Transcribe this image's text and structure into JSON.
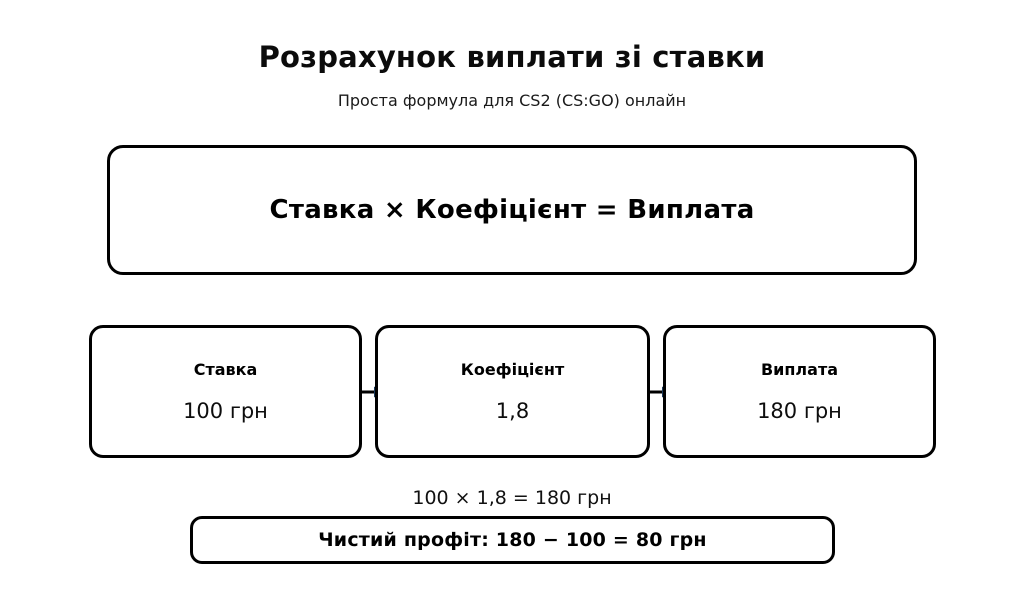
{
  "header": {
    "title": "Розрахунок виплати зі ставки",
    "subtitle": "Проста формула для CS2 (CS:GO) онлайн"
  },
  "formula": {
    "text": "Ставка × Коефіцієнт = Виплата"
  },
  "steps": [
    {
      "label": "Ставка",
      "value": "100 грн",
      "name": "stake"
    },
    {
      "label": "Коефіцієнт",
      "value": "1,8",
      "name": "odds"
    },
    {
      "label": "Виплата",
      "value": "180 грн",
      "name": "payout"
    }
  ],
  "connectors": [
    {
      "icon": "arrow-right-icon"
    },
    {
      "icon": "arrow-right-icon"
    }
  ],
  "summary": {
    "calculation": "100 × 1,8 = 180 грн",
    "profit": "Чистий профіт: 180 − 100 = 80 грн"
  },
  "colors": {
    "stroke": "#000000",
    "text": "#000000",
    "background": "#ffffff",
    "arrow": "#1b3a5c"
  }
}
